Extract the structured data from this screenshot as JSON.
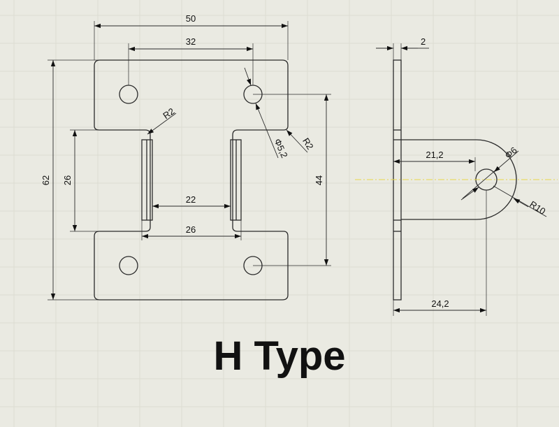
{
  "title": "H Type",
  "dimensions": {
    "width_50": "50",
    "hole_pitch_32": "32",
    "height_62": "62",
    "slot_26": "26",
    "inner_22": "22",
    "inner_26": "26",
    "hole_pitch_44": "44",
    "radius_r2_left": "R2",
    "radius_r2_right": "R2",
    "hole_dia": "Φ5,2",
    "thickness": "2",
    "length_21_2": "21,2",
    "hole_dia_6": "Φ6",
    "radius_r10": "R10",
    "length_24_2": "24,2"
  }
}
